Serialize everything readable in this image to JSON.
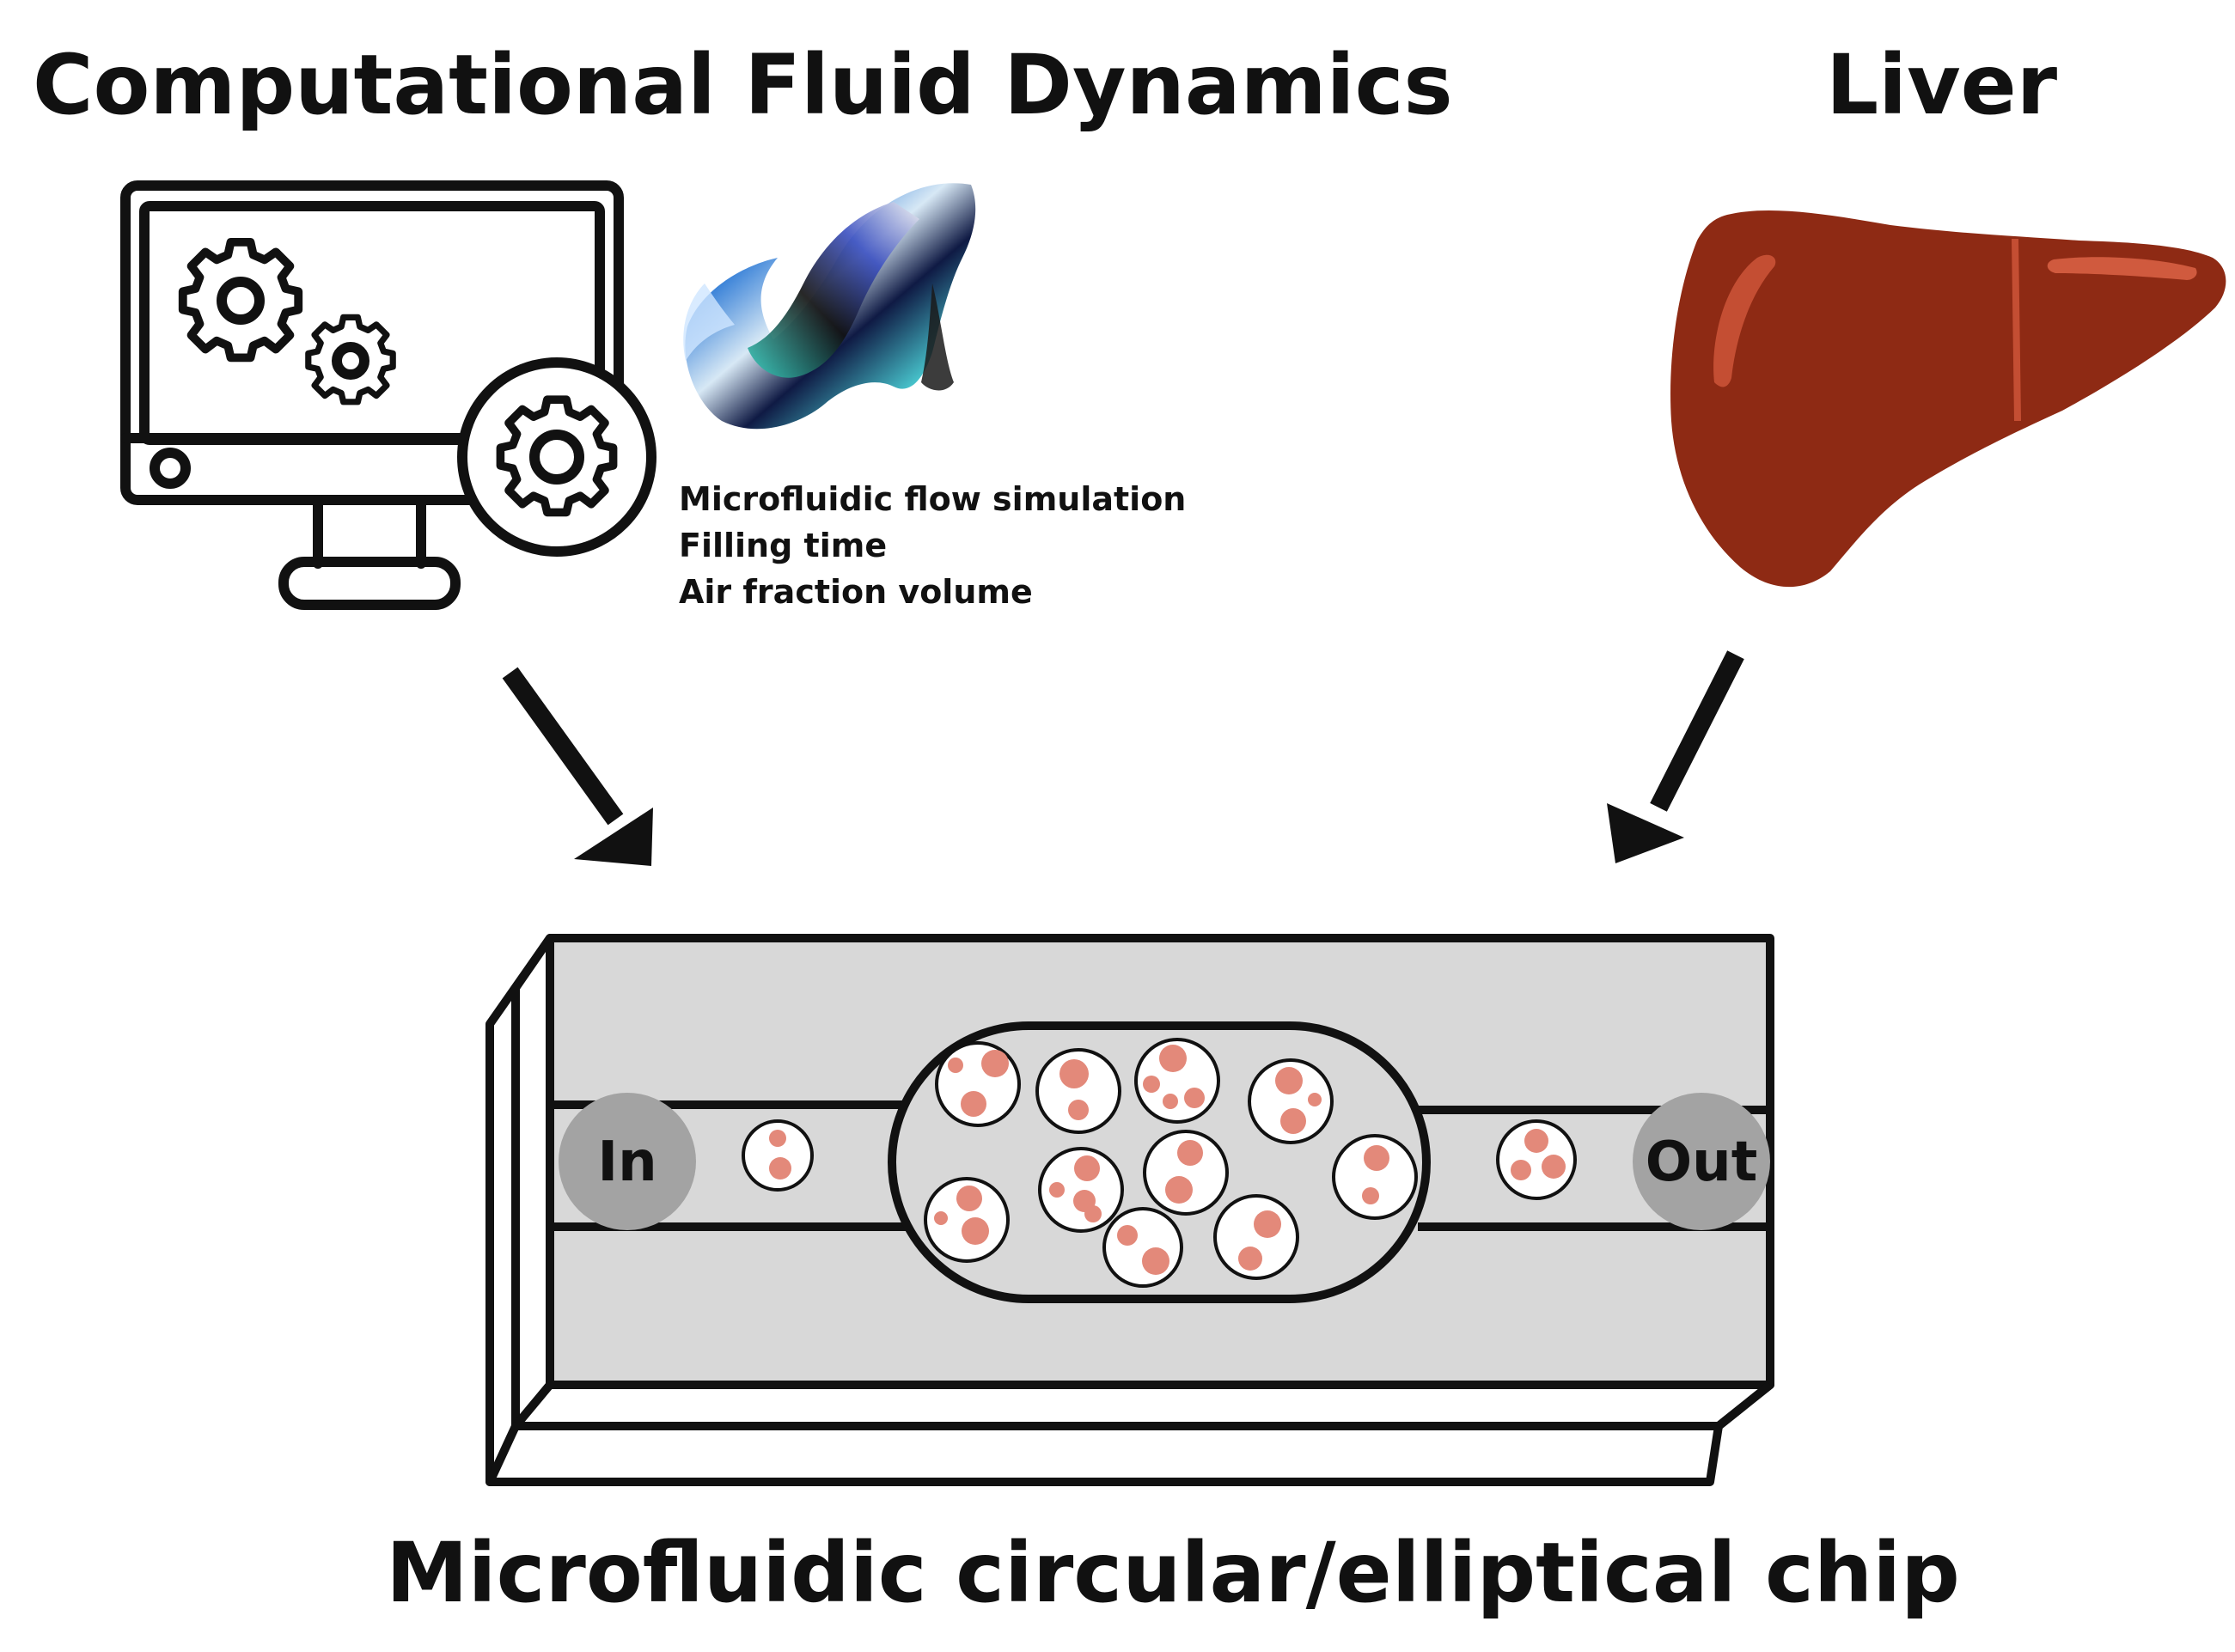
{
  "titles": {
    "left": "Computational Fluid Dynamics",
    "right": "Liver",
    "bottom": "Microfluidic circular/elliptical chip"
  },
  "simulation_outputs": [
    "Microfluidic flow simulation",
    "Filling time",
    "Air fraction volume"
  ],
  "chip": {
    "inlet_label": "In",
    "outlet_label": "Out"
  },
  "icons": {
    "computer": "computer-settings-icon",
    "flow": "fluid-flow-render-icon",
    "liver": "liver-organ-icon",
    "arrow": "down-arrow-icon"
  },
  "colors": {
    "chip_body": "#d8d8d8",
    "port": "#a3a3a3",
    "cell_nucleus": "#e3897a",
    "liver_main": "#8e2a14",
    "liver_highlight": "#c44e33",
    "outline": "#111111"
  }
}
